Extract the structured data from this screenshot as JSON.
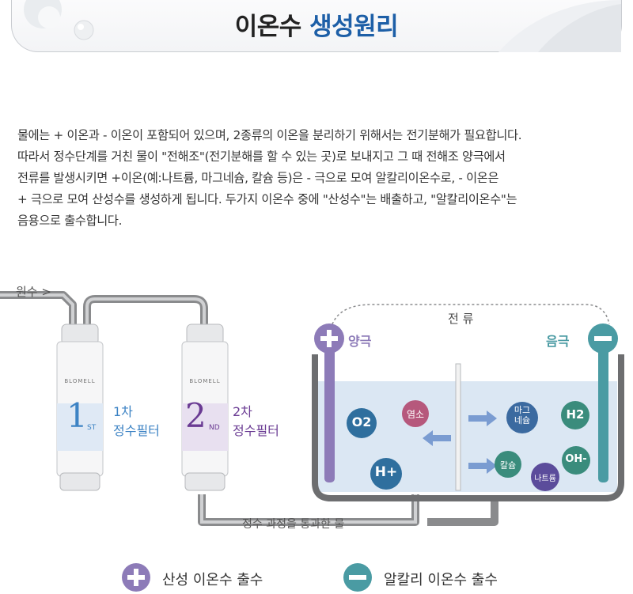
{
  "header": {
    "title_part1": "이온수",
    "title_part2": "생성원리"
  },
  "description": {
    "lines": [
      "물에는 + 이온과 - 이온이 포함되어 있으며, 2종류의 이온을 분리하기 위해서는 전기분해가 필요합니다.",
      "따라서 정수단계를 거친 물이 \"전해조\"(전기분해를 할 수 있는 곳)로 보내지고 그 때 전해조 양극에서",
      "전류를 발생시키면 +이온(예:나트륨, 마그네슘, 칼슘 등)은 - 극으로 모여 알칼리이온수로, - 이온은",
      "+ 극으로 모여 산성수를 생성하게 됩니다. 두가지 이온수 중에 \"산성수\"는 배출하고, \"알칼리이온수\"는",
      "음용으로 출수합니다."
    ]
  },
  "diagram": {
    "source_label": "원수 >",
    "filter1": {
      "number": "1",
      "suffix": "ST",
      "label_line1": "1차",
      "label_line2": "정수필터",
      "color": "#3d83c4"
    },
    "filter2": {
      "number": "2",
      "suffix": "ND",
      "label_line1": "2차",
      "label_line2": "정수필터",
      "color": "#6a3b93"
    },
    "filter_brand": "BLOMELL",
    "current_label": "전 류",
    "anode_label": "양극",
    "cathode_label": "음극",
    "ions": {
      "o2": "O2",
      "h_plus": "H+",
      "chlorine": "염소",
      "magnesium_line1": "마그",
      "magnesium_line2": "네슘",
      "h2": "H2",
      "calcium": "칼슘",
      "oh_minus": "OH-",
      "sodium": "나트륨"
    },
    "pipe_label": "정수 과정을 통과한 물",
    "colors": {
      "anode": "#8d7bb8",
      "cathode": "#4a9ba3",
      "tank": "#6d6e70",
      "water": "#dbe7f3"
    }
  },
  "legend": {
    "acid_label": "산성 이온수 출수",
    "alkaline_label": "알칼리 이온수 출수"
  }
}
